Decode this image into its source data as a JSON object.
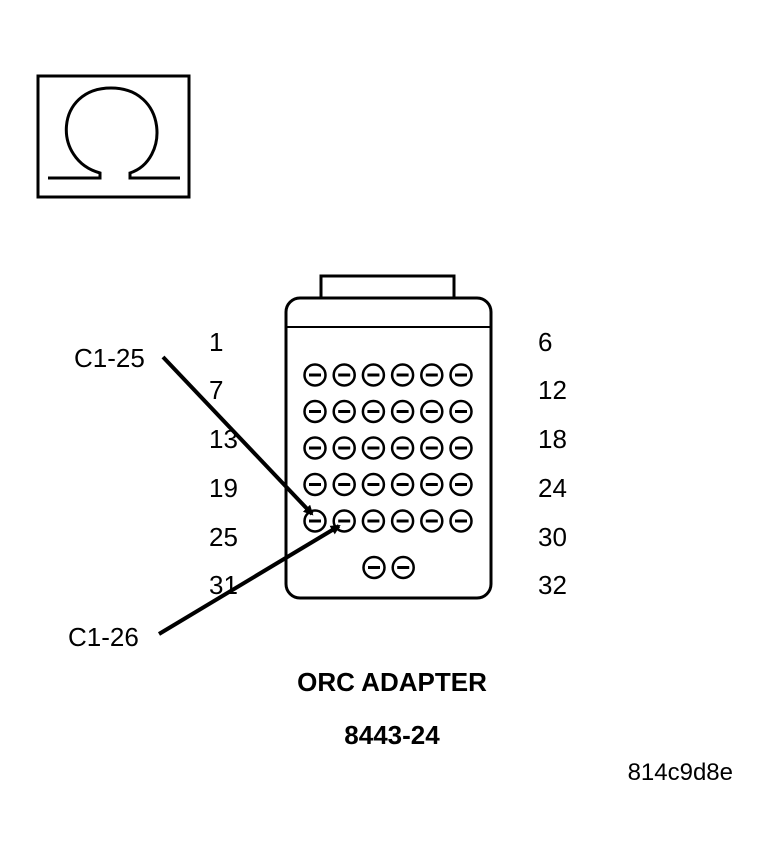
{
  "icon": {
    "name": "ohm-icon",
    "symbol": "Ω"
  },
  "connector": {
    "pin_labels_left": [
      "1",
      "7",
      "13",
      "19",
      "25",
      "31"
    ],
    "pin_labels_right": [
      "6",
      "12",
      "18",
      "24",
      "30",
      "32"
    ],
    "pin_rows": [
      6,
      6,
      6,
      6,
      6,
      2
    ]
  },
  "callouts": [
    {
      "label": "C1-25",
      "pin": 25
    },
    {
      "label": "C1-26",
      "pin": 26
    }
  ],
  "caption": {
    "title": "ORC ADAPTER",
    "part_number": "8443-24"
  },
  "reference_code": "814c9d8e"
}
